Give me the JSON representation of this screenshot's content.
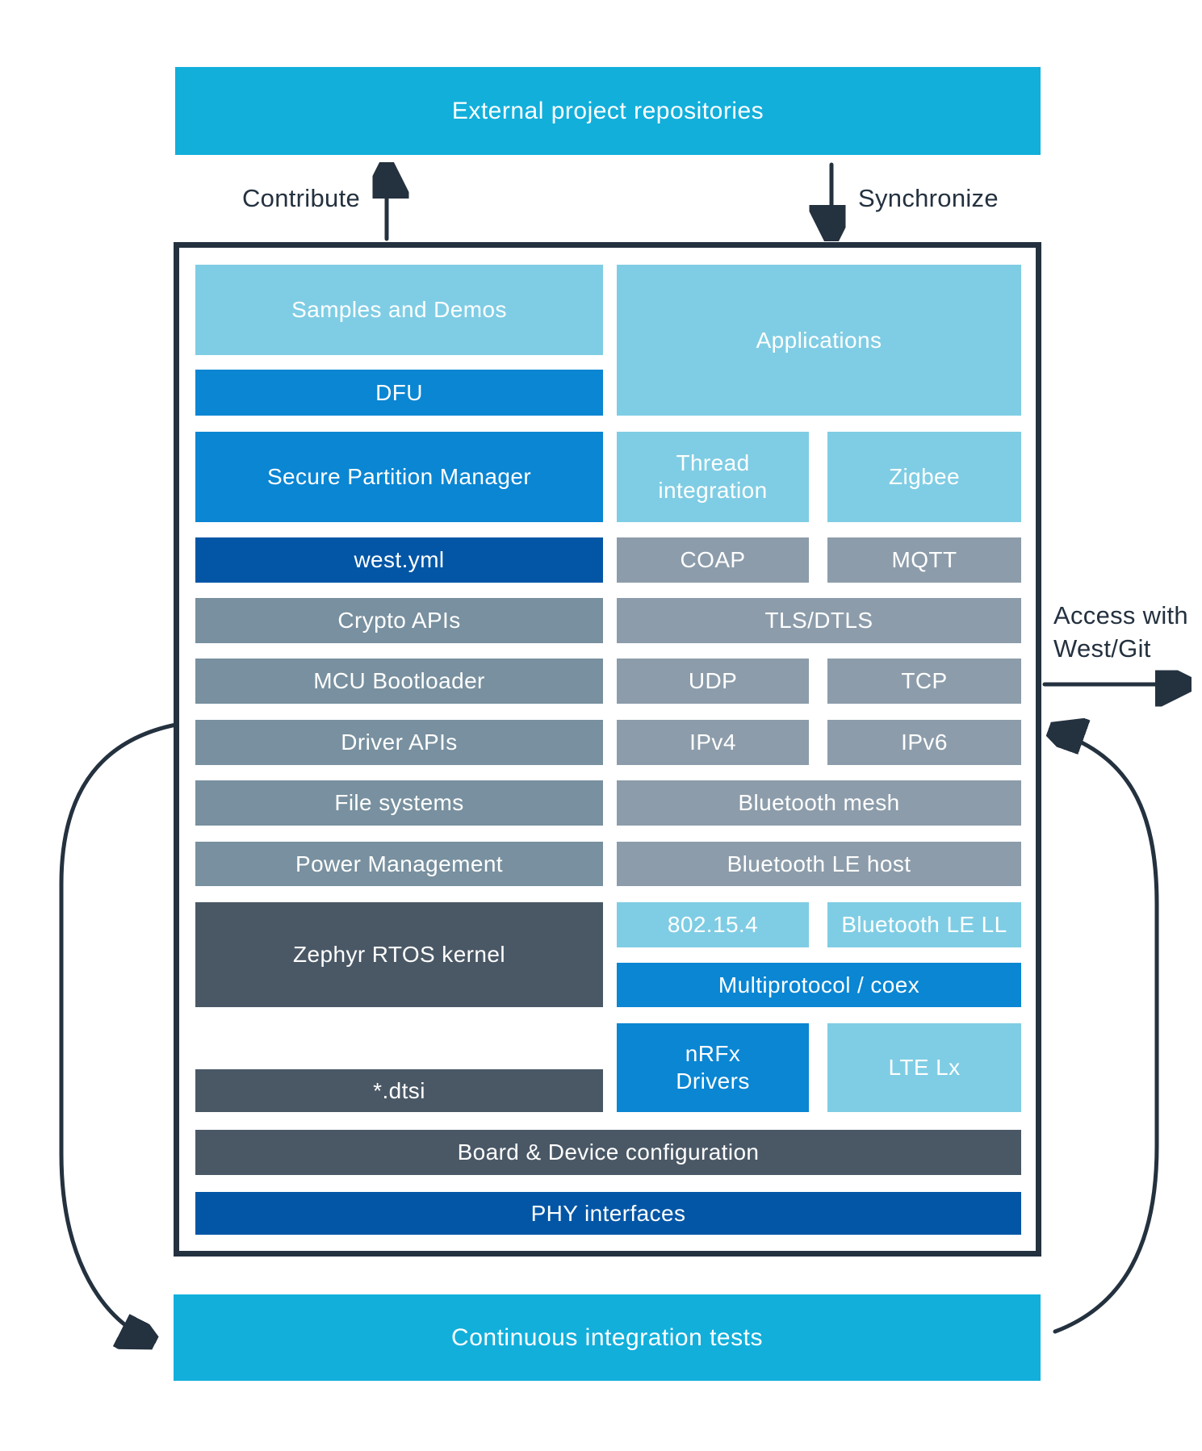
{
  "banners": {
    "top": "External project repositories",
    "bottom": "Continuous integration tests"
  },
  "flow": {
    "contribute": "Contribute",
    "synchronize": "Synchronize",
    "access_line1": "Access with",
    "access_line2": "West/Git"
  },
  "blocks": {
    "samples": "Samples and Demos",
    "dfu": "DFU",
    "spm": "Secure Partition Manager",
    "west_yml": "west.yml",
    "crypto": "Crypto APIs",
    "mcu_boot": "MCU Bootloader",
    "driver_apis": "Driver APIs",
    "file_systems": "File systems",
    "power_mgmt": "Power Management",
    "zephyr": "Zephyr RTOS kernel",
    "dtsi": "*.dtsi",
    "applications": "Applications",
    "thread": "Thread integration",
    "zigbee": "Zigbee",
    "coap": "COAP",
    "mqtt": "MQTT",
    "tls": "TLS/DTLS",
    "udp": "UDP",
    "tcp": "TCP",
    "ipv4": "IPv4",
    "ipv6": "IPv6",
    "bt_mesh": "Bluetooth mesh",
    "ble_host": "Bluetooth LE host",
    "ieee802154": "802.15.4",
    "ble_ll": "Bluetooth LE LL",
    "multiprotocol": "Multiprotocol / coex",
    "nrfx": "nRFx Drivers",
    "lte": "LTE Lx",
    "board_config": "Board & Device configuration",
    "phy": "PHY interfaces"
  },
  "palette": {
    "cyan": "#12AFDB",
    "light_blue": "#7FCDE4",
    "medium_blue": "#0A86D3",
    "navy_blue": "#0356A6",
    "gray_left_column": "#78909F",
    "gray_right_column": "#8C9CAA",
    "dark_slate": "#4A5866",
    "outline_and_arrows": "#24313F",
    "block_text": "#FFFFFF"
  }
}
